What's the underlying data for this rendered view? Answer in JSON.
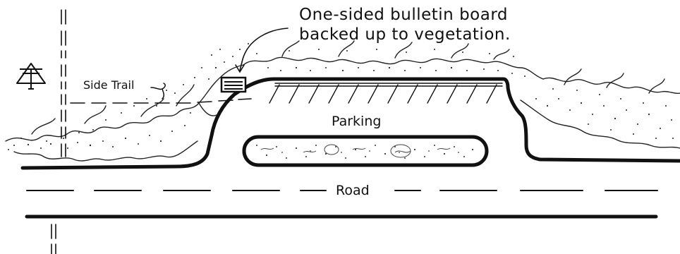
{
  "diagram": {
    "labels": {
      "callout_line1": "One-sided bulletin board",
      "callout_line2": "backed up to vegetation.",
      "side_trail": "Side Trail",
      "parking": "Parking",
      "road": "Road",
      "trail_symbol": "AT"
    },
    "colors": {
      "ink": "#111111",
      "paper": "#ffffff"
    },
    "icons": {
      "trail_symbol": "appalachian-trail-icon",
      "bulletin_board": "bulletin-board-icon"
    }
  }
}
